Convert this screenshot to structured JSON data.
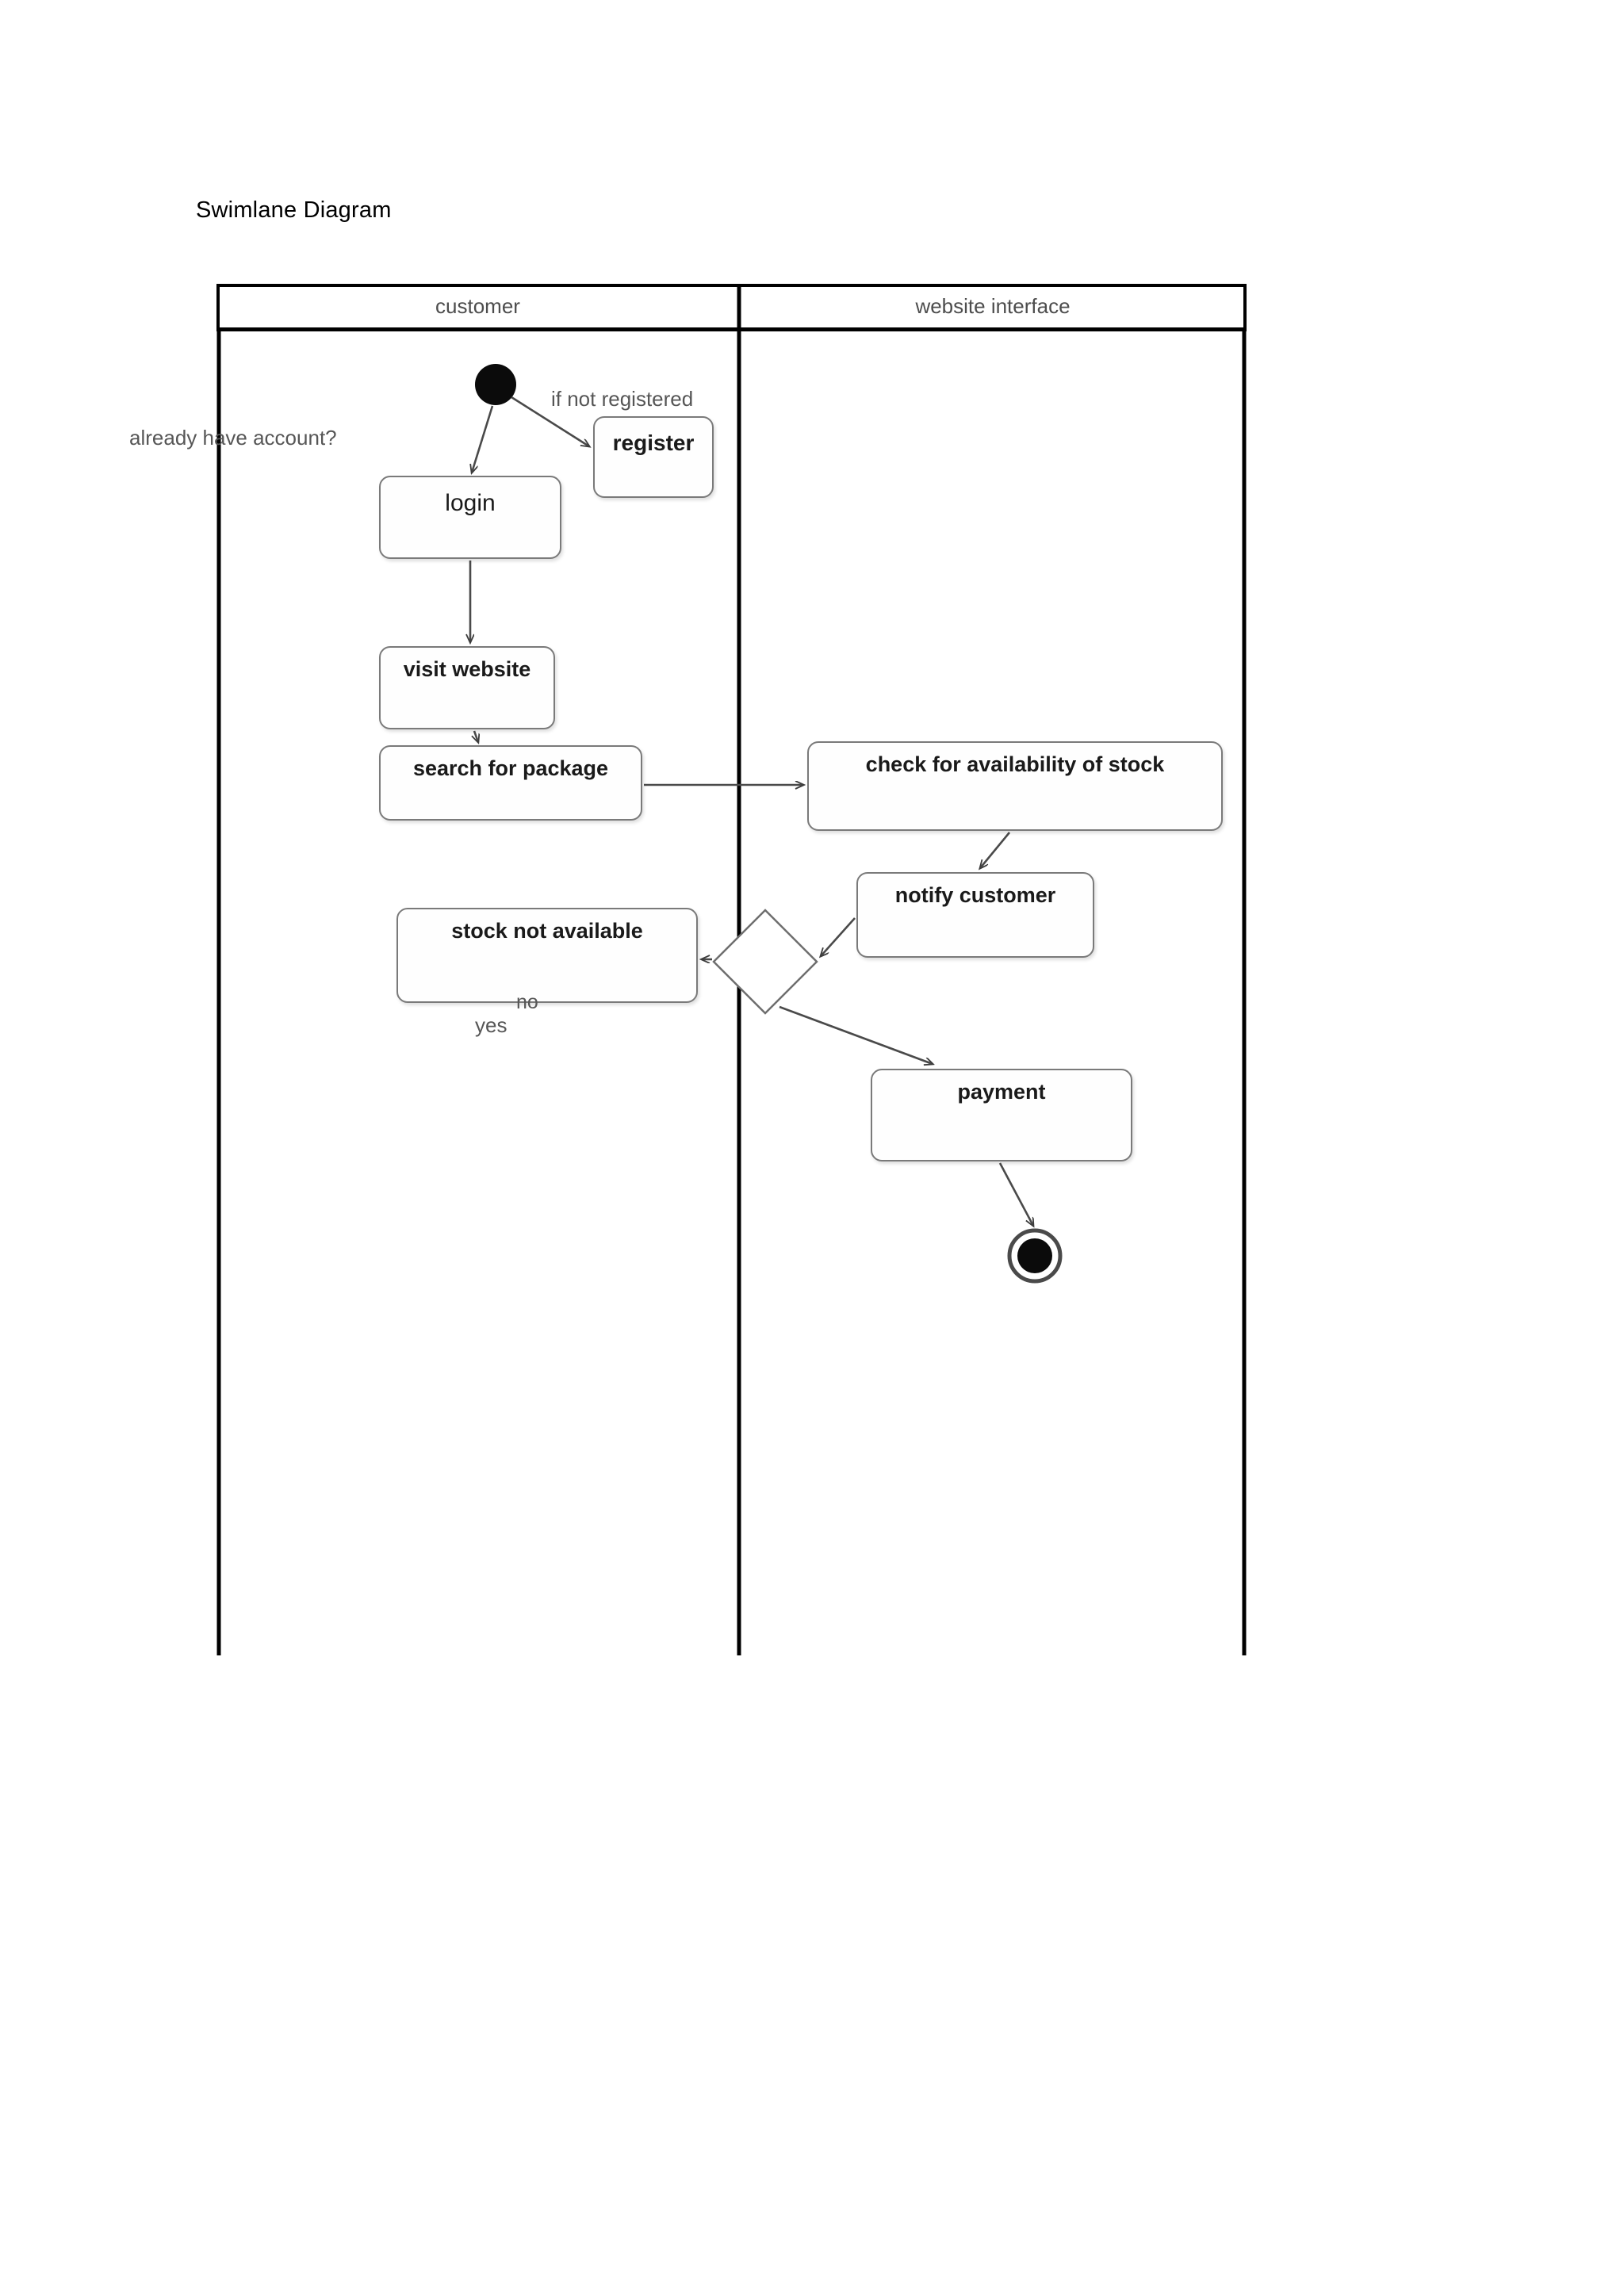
{
  "page": {
    "title": "Swimlane Diagram"
  },
  "diagram": {
    "type": "uml-activity-swimlane",
    "lanes": [
      {
        "id": "customer",
        "label": "customer"
      },
      {
        "id": "website-interface",
        "label": "website interface"
      }
    ],
    "nodes": [
      {
        "id": "start",
        "lane": "customer",
        "type": "initial-node",
        "label": ""
      },
      {
        "id": "register",
        "lane": "customer",
        "type": "activity",
        "label": "register"
      },
      {
        "id": "login",
        "lane": "customer",
        "type": "activity",
        "label": "login"
      },
      {
        "id": "visit-website",
        "lane": "customer",
        "type": "activity",
        "label": "visit website"
      },
      {
        "id": "search-package",
        "lane": "customer",
        "type": "activity",
        "label": "search for package"
      },
      {
        "id": "stock-na",
        "lane": "customer",
        "type": "activity",
        "label": "stock not available"
      },
      {
        "id": "check-stock",
        "lane": "website-interface",
        "type": "activity",
        "label": "check for availability of stock"
      },
      {
        "id": "notify-customer",
        "lane": "website-interface",
        "type": "activity",
        "label": "notify customer"
      },
      {
        "id": "decision",
        "lane": "website-interface",
        "type": "decision",
        "label": ""
      },
      {
        "id": "payment",
        "lane": "website-interface",
        "type": "activity",
        "label": "payment"
      },
      {
        "id": "end",
        "lane": "website-interface",
        "type": "final-node",
        "label": ""
      }
    ],
    "edges": [
      {
        "from": "start",
        "to": "register",
        "label": "if not registered"
      },
      {
        "from": "start",
        "to": "login",
        "label": "already have account?"
      },
      {
        "from": "login",
        "to": "visit-website",
        "label": ""
      },
      {
        "from": "visit-website",
        "to": "search-package",
        "label": ""
      },
      {
        "from": "search-package",
        "to": "check-stock",
        "label": ""
      },
      {
        "from": "check-stock",
        "to": "notify-customer",
        "label": ""
      },
      {
        "from": "notify-customer",
        "to": "decision",
        "label": ""
      },
      {
        "from": "decision",
        "to": "stock-na",
        "label": "no"
      },
      {
        "from": "decision",
        "to": "payment",
        "label": "yes"
      },
      {
        "from": "payment",
        "to": "end",
        "label": ""
      }
    ],
    "colors": {
      "frame_border": "#000000",
      "node_border": "#7a7a7a",
      "node_fill": "#fefefe",
      "connector": "#4a4a4a",
      "lane_header_text": "#4d4d4d",
      "label_text": "#565656",
      "node_text": "#1a1a1a"
    }
  }
}
